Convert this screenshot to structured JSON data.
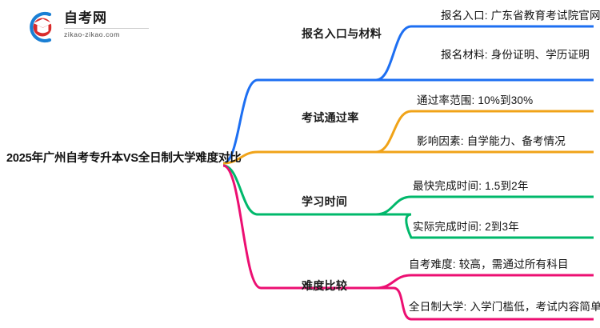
{
  "logo": {
    "title": "自考网",
    "subtitle": "zikao-zikao.com",
    "mark_name": "zikao-logo-icon",
    "arc_color": "#1a7fd4",
    "cap_color": "#d92b2b"
  },
  "mindmap": {
    "root": {
      "label": "2025年广州自考专升本VS全日制大学难度对比"
    },
    "branches": [
      {
        "label": "报名入口与材料",
        "color": "#1d6ff2",
        "children": [
          {
            "label": "报名入口: 广东省教育考试院官网"
          },
          {
            "label": "报名材料: 身份证明、学历证明"
          }
        ]
      },
      {
        "label": "考试通过率",
        "color": "#f0a318",
        "children": [
          {
            "label": "通过率范围: 10%到30%"
          },
          {
            "label": "影响因素: 自学能力、备考情况"
          }
        ]
      },
      {
        "label": "学习时间",
        "color": "#00b86b",
        "children": [
          {
            "label": "最快完成时间: 1.5到2年"
          },
          {
            "label": "实际完成时间: 2到3年"
          }
        ]
      },
      {
        "label": "难度比较",
        "color": "#ec0f72",
        "children": [
          {
            "label": "自考难度: 较高，需通过所有科目"
          },
          {
            "label": "全日制大学: 入学门槛低，考试内容简单"
          }
        ]
      }
    ]
  }
}
